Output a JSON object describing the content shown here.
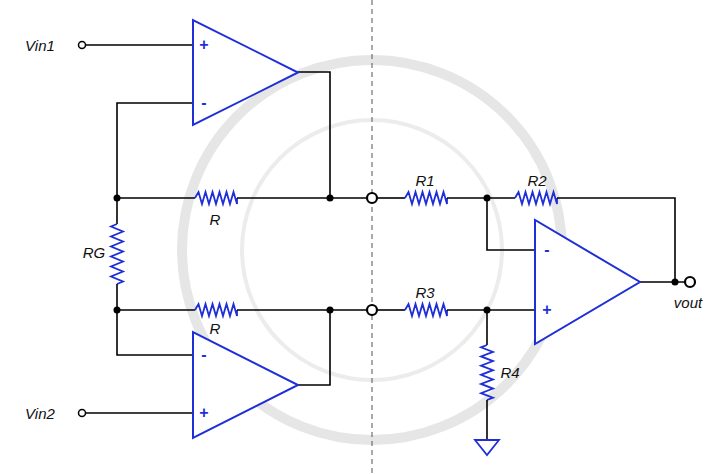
{
  "diagram": {
    "labels": [
      "Vin1",
      "Vin2",
      "R",
      "R",
      "RG",
      "R1",
      "R2",
      "R3",
      "R4",
      "vout",
      "+",
      "-",
      "-",
      "+",
      "-",
      "+"
    ]
  }
}
